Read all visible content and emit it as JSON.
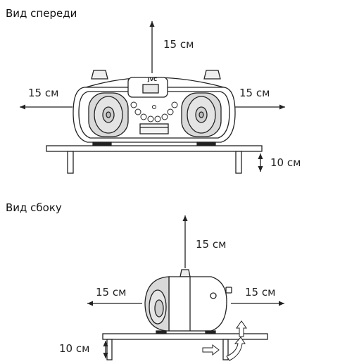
{
  "front_view": {
    "title": "Вид спереди",
    "top_clearance": "15 см",
    "left_clearance": "15 см",
    "right_clearance": "15 см",
    "bottom_clearance": "10 см",
    "brand_logo": "JVC"
  },
  "side_view": {
    "title": "Вид сбоку",
    "top_clearance": "15 см",
    "left_clearance": "15 см",
    "right_clearance": "15 см",
    "bottom_clearance": "10 см"
  },
  "colors": {
    "line": "#222222",
    "speaker_fill": "#d9d9d9",
    "background": "#ffffff"
  },
  "icons": [
    "arrow-icon",
    "airflow-arrow-icon",
    "speaker-icon",
    "shelf-icon"
  ]
}
